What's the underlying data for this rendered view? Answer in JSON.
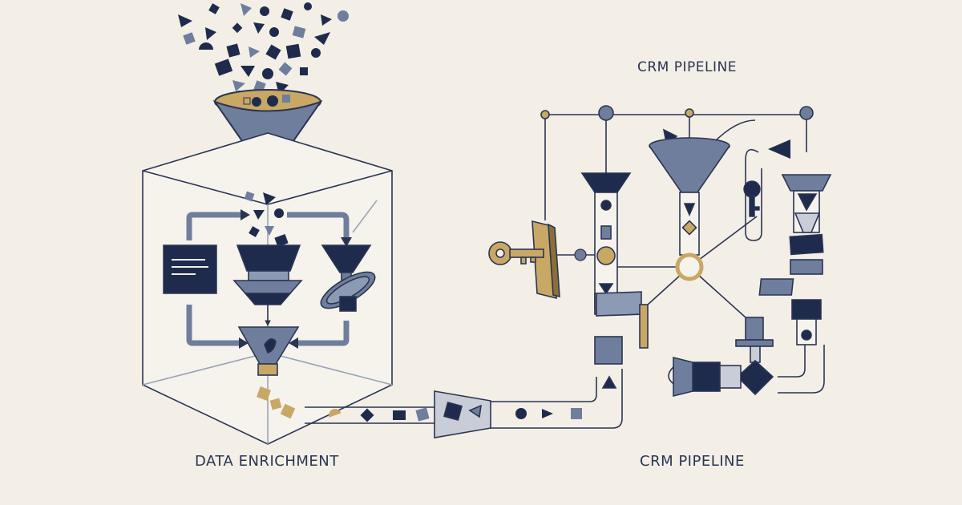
{
  "labels": {
    "crm_pipeline_top": "CRM PIPELINE",
    "data_enrichment": "DATA ENRICHMENT",
    "crm_pipeline_bottom": "CRM PIPELINE"
  },
  "colors": {
    "background": "#f3efe7",
    "navy": "#1f2b4d",
    "slate": "#6f7e9c",
    "slate_light": "#8d9ab4",
    "gold": "#c9a765",
    "line": "#2a3552"
  },
  "icons": [
    "funnel-icon",
    "document-icon",
    "key-icon",
    "valve-icon",
    "arrow-icon"
  ]
}
